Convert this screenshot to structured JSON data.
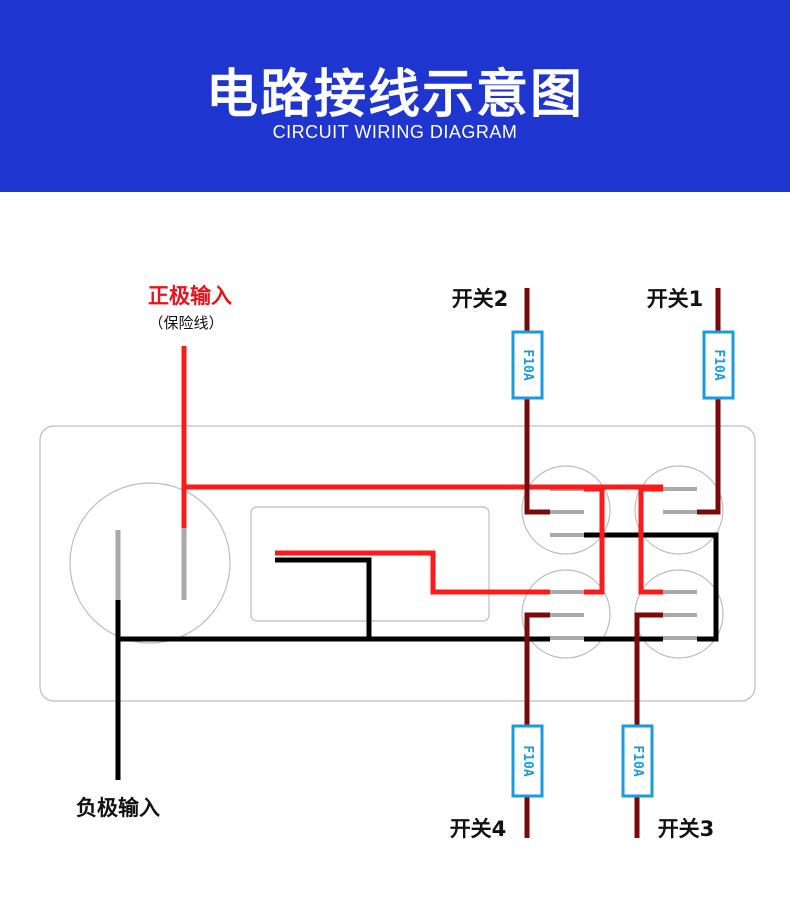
{
  "header": {
    "title": "电路接线示意图",
    "subtitle": "CIRCUIT WIRING DIAGRAM"
  },
  "labels": {
    "positive_input": "正极输入",
    "positive_note": "（保险线）",
    "negative_input": "负极输入",
    "switch1": "开关1",
    "switch2": "开关2",
    "switch3": "开关3",
    "switch4": "开关4"
  },
  "fuses": {
    "switch1": "F10A",
    "switch2": "F10A",
    "switch3": "F10A",
    "switch4": "F10A"
  },
  "colors": {
    "header_bg": "#1f35cf",
    "positive_wire": "#ff1a1a",
    "negative_wire": "#000000",
    "switch_wire": "#7a0a0a",
    "fuse_outline": "#1a9be0",
    "pin": "#a9a9a9"
  }
}
